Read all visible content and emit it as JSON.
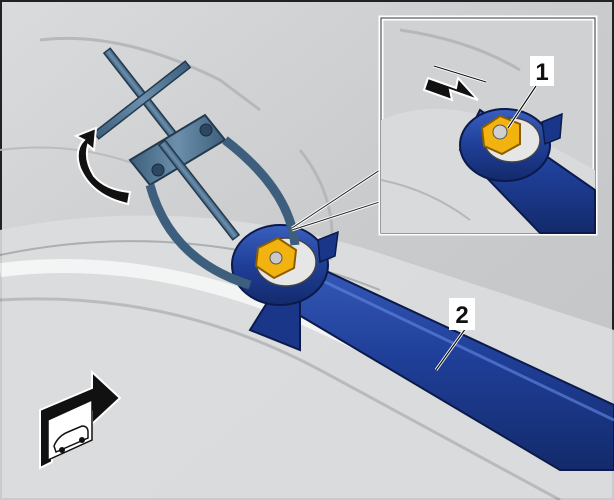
{
  "callouts": [
    {
      "id": "1",
      "label": "1"
    },
    {
      "id": "2",
      "label": "2"
    }
  ],
  "icons": {
    "rotation_arrow": "curved-arrow-icon",
    "push_arrow": "push-arrow-icon",
    "vehicle_direction": "vehicle-direction-icon"
  },
  "colors": {
    "background": "#cfd1d3",
    "tool": "#4a6e8c",
    "component_blue": "#1e3f9a",
    "nut_yellow": "#f2b311",
    "arrow_black": "#111111"
  }
}
